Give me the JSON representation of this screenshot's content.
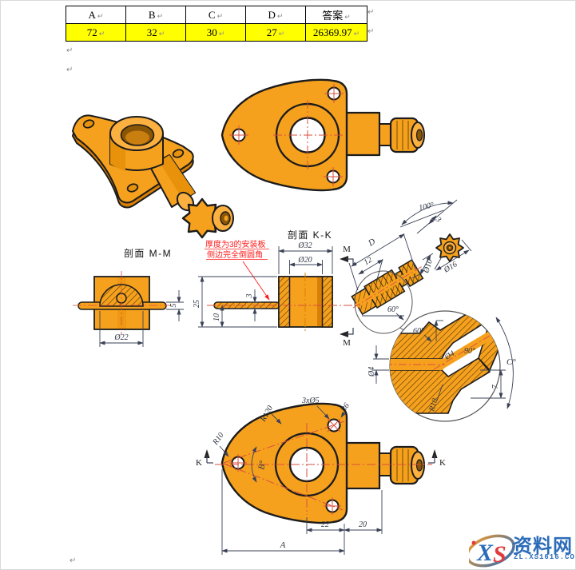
{
  "table": {
    "headers": [
      "A",
      "B",
      "C",
      "D",
      "答案"
    ],
    "values": [
      "72",
      "32",
      "30",
      "27",
      "26369.97"
    ],
    "pilcrow": "↵",
    "highlight": "#FFFF00"
  },
  "titles": {
    "section_mm": "剖面 M-M",
    "section_kk": "剖面 K-K"
  },
  "note": {
    "line1": "厚度为3的安装板",
    "line2": "侧边完全倒圆角"
  },
  "labels": {
    "m": "M",
    "k": "K",
    "mm_d22": "Ø22",
    "mm_5": "5",
    "kk_d32": "Ø32",
    "kk_d20": "Ø20",
    "kk_25": "25",
    "kk_10": "10",
    "kk_3": "3",
    "kk_D": "D",
    "kk_12": "12",
    "kk_d10": "Ø10",
    "kk_60": "60°",
    "kk_100": "100°",
    "kk_3b": "3",
    "kk_d16": "Ø16",
    "det_60": "60°",
    "det_90": "90°",
    "det_d4_diag": "Ø4",
    "det_d4_left": "Ø4",
    "det_7": "7",
    "det_r10": "R10",
    "det_c": "C°",
    "bv_r10": "R10",
    "bv_r120": "R120",
    "bv_3xd5": "3xØ5",
    "bv_r6": "R6",
    "bv_b": "B°",
    "bv_22": "22",
    "bv_20": "20",
    "bv_a": "A"
  },
  "watermark": {
    "x": "X",
    "s": "S",
    "name": "资料网",
    "url": "ZL.XS1616.COM"
  },
  "colors": {
    "orange": "#F6A11E",
    "orange_light": "#FBB040",
    "orange_dark": "#D97F06",
    "outline": "#1c1c1c",
    "dim_line": "#3A4156",
    "red_text": "#FF1A1A",
    "centerline_red": "#D94F3D",
    "yellow": "#FFFF00",
    "watermark_blue": "#2b6cb8",
    "watermark_red": "#e23b3c"
  }
}
